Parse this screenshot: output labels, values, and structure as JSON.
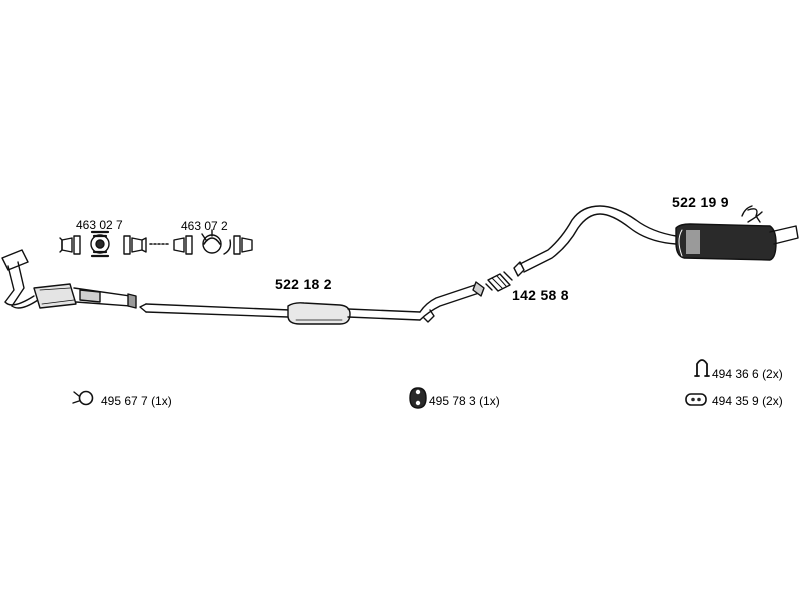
{
  "colors": {
    "line": "#111111",
    "fill_light": "#e4e4e4",
    "fill_dark": "#2a2a2a",
    "fill_mid": "#9a9a9a"
  },
  "parts": {
    "front_muffler": "522 18 2",
    "rear_muffler": "522 19 9",
    "connector": "142 58 8",
    "clamp_kit_a": "463 02 7",
    "clamp_kit_b": "463 07 2"
  },
  "accessories": {
    "clamp": {
      "number": "495 67 7",
      "qty": "(1x)",
      "icon": "clamp-ring-icon"
    },
    "rubber_mount": {
      "number": "495 78 3",
      "qty": "(1x)",
      "icon": "rubber-mount-icon"
    },
    "hanger": {
      "number": "494 36 6",
      "qty": "(2x)",
      "icon": "hanger-hook-icon"
    },
    "ring": {
      "number": "494 35 9",
      "qty": "(2x)",
      "icon": "rubber-ring-icon"
    }
  }
}
